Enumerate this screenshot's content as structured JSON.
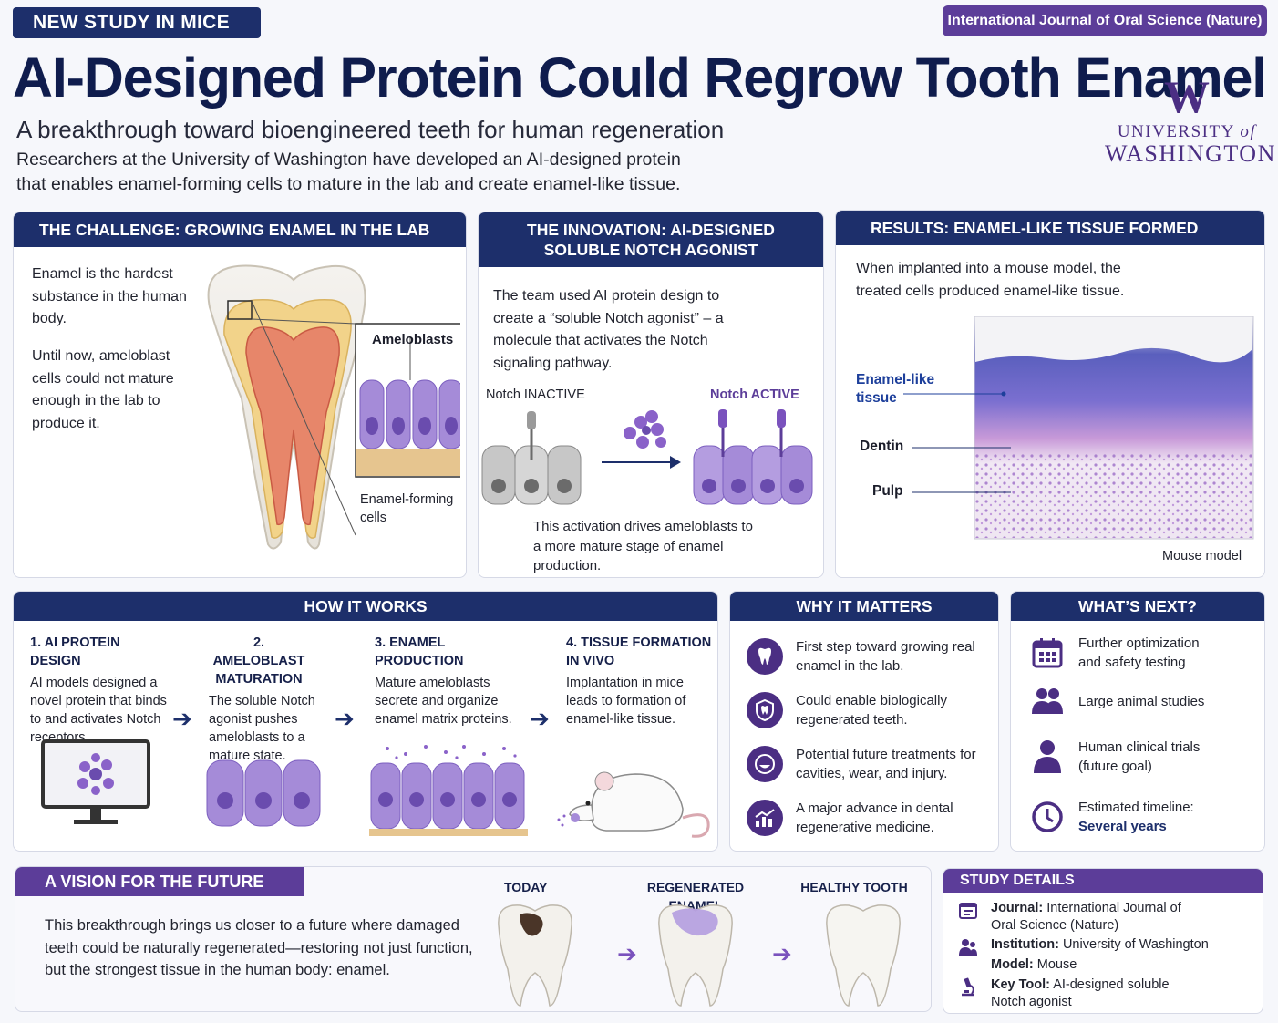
{
  "header": {
    "tag": "NEW STUDY IN MICE",
    "journal_badge": "International Journal of Oral Science (Nature)",
    "title": "AI-Designed Protein Could Regrow Tooth Enamel",
    "subtitle": "A breakthrough toward bioengineered teeth for human regeneration",
    "intro_line1": "Researchers at the University of Washington have developed an AI-designed protein",
    "intro_line2": "that enables enamel-forming cells to mature in the lab and create enamel-like tissue."
  },
  "logo": {
    "mark": "W",
    "line1": "UNIVERSITY",
    "line1_of": "of",
    "line2": "WASHINGTON"
  },
  "challenge": {
    "title": "THE CHALLENGE: GROWING ENAMEL IN THE LAB",
    "p1": "Enamel is the hardest substance in the human body.",
    "p2": "Until now, ameloblast cells could not mature enough in the lab to produce it.",
    "inset_label": "Ameloblasts",
    "caption": "Enamel-forming cells"
  },
  "innovation": {
    "title_line1": "THE INNOVATION: AI-DESIGNED",
    "title_line2": "SOLUBLE NOTCH AGONIST",
    "text": "The team used AI protein design to create a “soluble Notch agonist” – a molecule that activates the Notch signaling pathway.",
    "inactive_label": "Notch INACTIVE",
    "active_label": "Notch ACTIVE",
    "caption": "This activation drives ameloblasts to a more mature stage of enamel production."
  },
  "results": {
    "title": "RESULTS: ENAMEL-LIKE TISSUE FORMED",
    "text": "When implanted into a mouse model, the treated cells produced enamel-like tissue.",
    "label_enamel": "Enamel-like tissue",
    "label_dentin": "Dentin",
    "label_pulp": "Pulp",
    "caption": "Mouse model"
  },
  "how": {
    "title": "HOW IT WORKS",
    "steps": [
      {
        "heading": "1. AI PROTEIN DESIGN",
        "text": "AI models designed a novel protein that binds to and activates Notch receptors."
      },
      {
        "heading": "2. AMELOBLAST MATURATION",
        "text": "The soluble Notch agonist pushes ameloblasts to a mature state."
      },
      {
        "heading": "3. ENAMEL PRODUCTION",
        "text": "Mature ameloblasts secrete and organize enamel matrix proteins."
      },
      {
        "heading": "4. TISSUE FORMATION IN VIVO",
        "text": "Implantation in mice leads to formation of enamel-like tissue."
      }
    ]
  },
  "why": {
    "title": "WHY IT MATTERS",
    "items": [
      {
        "icon": "tooth-icon",
        "text": "First step toward growing real enamel in the lab."
      },
      {
        "icon": "shield-tooth-icon",
        "text": "Could enable biologically regenerated teeth."
      },
      {
        "icon": "smile-icon",
        "text": "Potential future treatments for cavities, wear, and injury."
      },
      {
        "icon": "growth-chart-icon",
        "text": "A major advance in dental regenerative medicine."
      }
    ]
  },
  "next": {
    "title": "WHAT’S NEXT?",
    "items": [
      {
        "icon": "calendar-icon",
        "text": "Further optimization and safety testing"
      },
      {
        "icon": "people-icon",
        "text": "Large animal studies"
      },
      {
        "icon": "person-icon",
        "text": "Human clinical trials (future goal)"
      },
      {
        "icon": "clock-icon",
        "text": "Estimated timeline:",
        "strong": "Several years"
      }
    ]
  },
  "vision": {
    "title": "A VISION FOR THE FUTURE",
    "text": "This breakthrough brings us closer to a future where damaged teeth could be naturally regenerated—restoring not just function, but the strongest tissue in the human body: enamel.",
    "stages": [
      "TODAY",
      "REGENERATED ENAMEL",
      "HEALTHY TOOTH"
    ]
  },
  "details": {
    "title": "STUDY DETAILS",
    "rows": [
      {
        "icon": "journal-icon",
        "label": "Journal:",
        "value": "International Journal of Oral Science (Nature)"
      },
      {
        "icon": "institution-icon",
        "label": "Institution:",
        "value": "University of Washington"
      },
      {
        "icon": "",
        "label": "Model:",
        "value": "Mouse"
      },
      {
        "icon": "microscope-icon",
        "label": "Key Tool:",
        "value": "AI-designed soluble Notch agonist"
      }
    ]
  },
  "colors": {
    "navy": "#1d2f6b",
    "purple": "#4b2e83",
    "cell": "#a58bd8",
    "accent": "#5c3d99"
  }
}
